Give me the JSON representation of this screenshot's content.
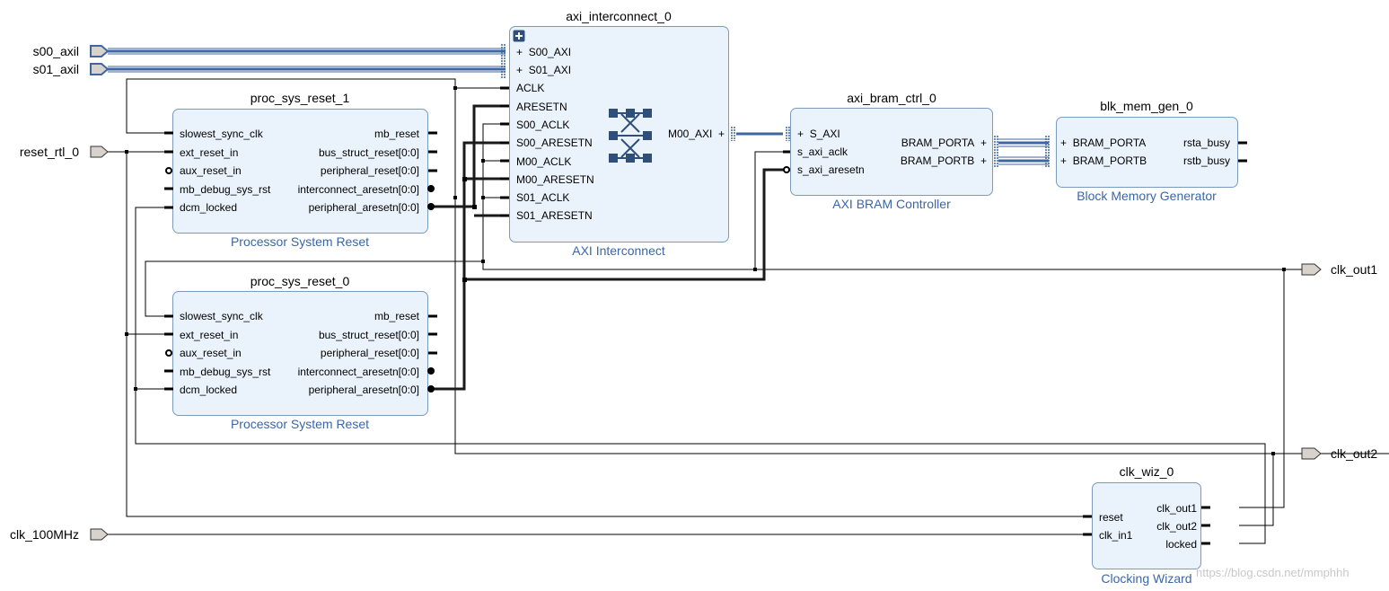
{
  "ports_in": {
    "s00_axil": "s00_axil",
    "s01_axil": "s01_axil",
    "reset_rtl_0": "reset_rtl_0",
    "clk_100MHz": "clk_100MHz"
  },
  "ports_out": {
    "clk_out1": "clk_out1",
    "clk_out2": "clk_out2"
  },
  "reset_blocks": {
    "b1": {
      "instance": "proc_sys_reset_1",
      "type": "Processor System Reset"
    },
    "b0": {
      "instance": "proc_sys_reset_0",
      "type": "Processor System Reset"
    },
    "left_pins": [
      "slowest_sync_clk",
      "ext_reset_in",
      "aux_reset_in",
      "mb_debug_sys_rst",
      "dcm_locked"
    ],
    "right_pins": [
      "mb_reset",
      "bus_struct_reset[0:0]",
      "peripheral_reset[0:0]",
      "interconnect_aresetn[0:0]",
      "peripheral_aresetn[0:0]"
    ]
  },
  "interconnect": {
    "instance": "axi_interconnect_0",
    "type": "AXI Interconnect",
    "left_pins": [
      "S00_AXI",
      "S01_AXI",
      "ACLK",
      "ARESETN",
      "S00_ACLK",
      "S00_ARESETN",
      "M00_ACLK",
      "M00_ARESETN",
      "S01_ACLK",
      "S01_ARESETN"
    ],
    "right_pin": "M00_AXI"
  },
  "bram_ctrl": {
    "instance": "axi_bram_ctrl_0",
    "type": "AXI BRAM Controller",
    "left_pins": [
      "S_AXI",
      "s_axi_aclk",
      "s_axi_aresetn"
    ],
    "right_pins": [
      "BRAM_PORTA",
      "BRAM_PORTB"
    ]
  },
  "mem_gen": {
    "instance": "blk_mem_gen_0",
    "type": "Block Memory Generator",
    "left_pins": [
      "BRAM_PORTA",
      "BRAM_PORTB"
    ],
    "right_pins": [
      "rsta_busy",
      "rstb_busy"
    ]
  },
  "clk_wiz": {
    "instance": "clk_wiz_0",
    "type": "Clocking Wizard",
    "left_pins": [
      "reset",
      "clk_in1"
    ],
    "right_pins": [
      "clk_out1",
      "clk_out2",
      "locked"
    ]
  },
  "watermark": "https://blog.csdn.net/mmphhh",
  "colors": {
    "block_fill": "#eaf3fb",
    "block_border": "#7b9bbd",
    "bus": "#3f66a0",
    "wire": "#000000",
    "port_fill": "#d8d2cc",
    "subtitle": "#3b66a6"
  }
}
